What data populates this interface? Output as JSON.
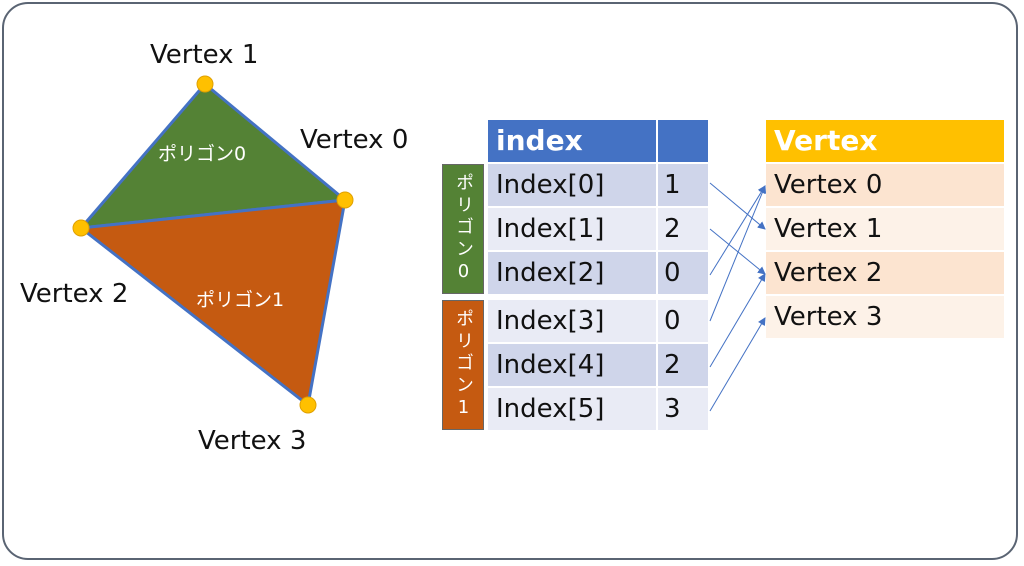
{
  "colors": {
    "polygon0_fill": "#548235",
    "polygon1_fill": "#c55a11",
    "edge": "#4472c4",
    "vertex_dot": "#ffc000",
    "index_header": "#4472c4",
    "vertex_header": "#ffc000"
  },
  "triangle": {
    "vertex_labels": [
      "Vertex 0",
      "Vertex 1",
      "Vertex 2",
      "Vertex 3"
    ],
    "polygon0_label": "ポリゴン0",
    "polygon1_label": "ポリゴン1"
  },
  "index_table": {
    "header": "index",
    "group0_label": "ポリゴン0",
    "group1_label": "ポリゴン1",
    "rows": [
      {
        "name": "Index[0]",
        "value": "1"
      },
      {
        "name": "Index[1]",
        "value": "2"
      },
      {
        "name": "Index[2]",
        "value": "0"
      },
      {
        "name": "Index[3]",
        "value": "0"
      },
      {
        "name": "Index[4]",
        "value": "2"
      },
      {
        "name": "Index[5]",
        "value": "3"
      }
    ]
  },
  "vertex_table": {
    "header": "Vertex",
    "rows": [
      "Vertex 0",
      "Vertex 1",
      "Vertex 2",
      "Vertex 3"
    ]
  }
}
